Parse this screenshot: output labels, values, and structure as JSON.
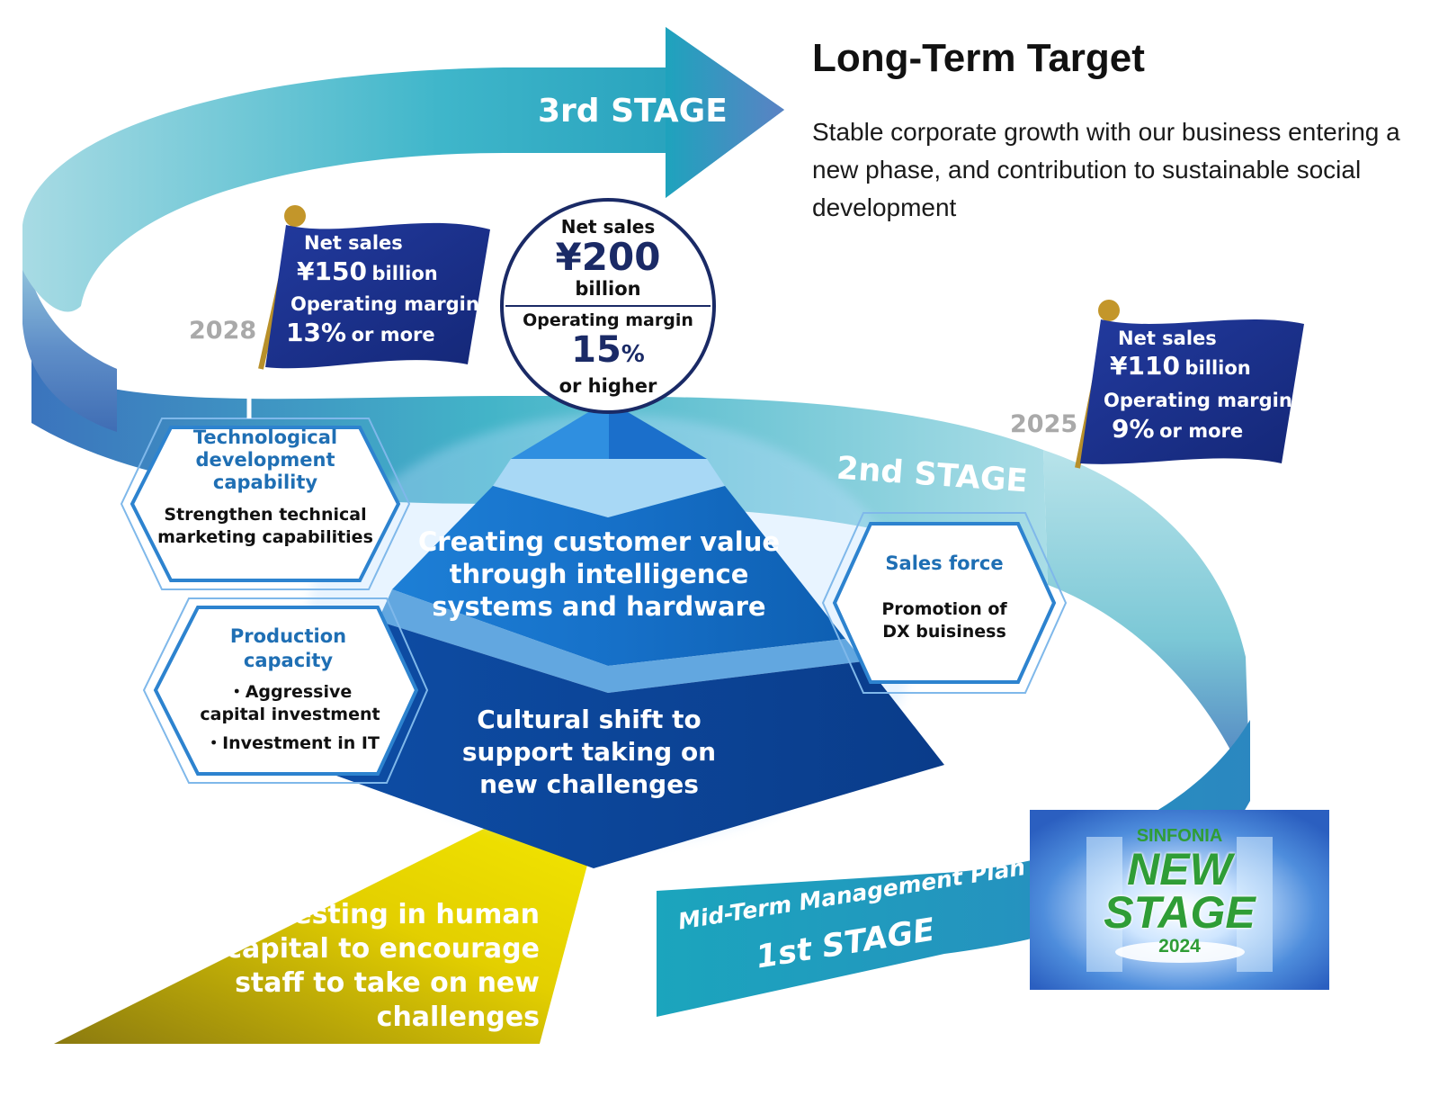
{
  "long_term": {
    "title": "Long-Term Target",
    "description": "Stable corporate growth with our business entering a new phase, and contribution to sustainable social development"
  },
  "stages": {
    "third": "3rd STAGE",
    "second": "2nd STAGE",
    "first_caption": "Mid-Term Management Plan",
    "first": "1st STAGE"
  },
  "target_circle": {
    "net_sales_label": "Net sales",
    "net_sales_value": "¥200",
    "net_sales_unit": "billion",
    "margin_label": "Operating margin",
    "margin_value": "15",
    "margin_pct": "%",
    "margin_suffix": "or higher"
  },
  "flag_2028": {
    "year": "2028",
    "net_sales_label": "Net sales",
    "net_sales_value": "¥150",
    "net_sales_unit": "billion",
    "margin_label": "Operating margin",
    "margin_value": "13%",
    "margin_suffix": "or more"
  },
  "flag_2025": {
    "year": "2025",
    "net_sales_label": "Net sales",
    "net_sales_value": "¥110",
    "net_sales_unit": "billion",
    "margin_label": "Operating margin",
    "margin_value": "9%",
    "margin_suffix": "or more"
  },
  "hex_tech": {
    "heading": "Technological development capability",
    "body": "Strengthen technical marketing capabilities"
  },
  "hex_production": {
    "heading": "Production capacity",
    "item1": "・Aggressive capital investment",
    "item2": "・Investment in IT"
  },
  "hex_sales": {
    "heading": "Sales force",
    "body": "Promotion of DX buisiness"
  },
  "pyramid": {
    "middle": "Creating customer value through intelligence systems and hardware",
    "bottom": "Cultural shift to support taking on new challenges"
  },
  "investing": "Investing in human capital to encourage staff to take on new challenges",
  "logo": {
    "brand": "SINFONIA",
    "line1": "NEW",
    "line2": "STAGE",
    "year": "2024"
  },
  "colors": {
    "ribbon_light": "#a9dde6",
    "ribbon_teal": "#1fa6bd",
    "arrow_blue": "#5a86c2",
    "flag_navy": "#1e2f8c",
    "pyramid_dark": "#0a3f8e",
    "pyramid_mid": "#136cc2",
    "hex_blue": "#1f6fb4",
    "investing_yellow": "#f0e300",
    "logo_green": "#2f9d36"
  }
}
